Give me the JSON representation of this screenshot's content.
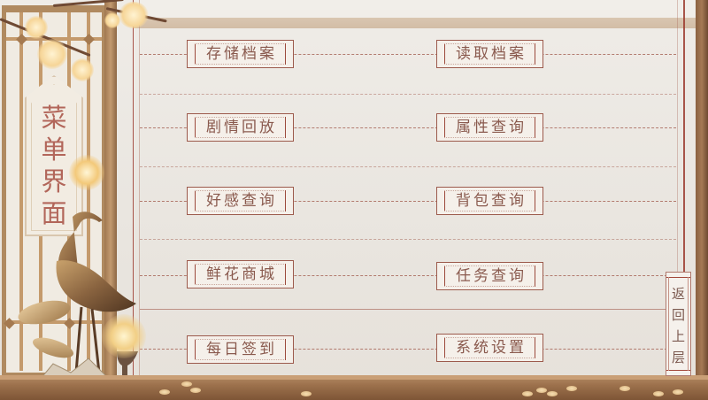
{
  "screen": {
    "title_plaque": {
      "text": "菜单界面",
      "chars": [
        "菜",
        "单",
        "界",
        "面"
      ]
    }
  },
  "menu": {
    "left_column": [
      {
        "label": "存储档案",
        "id": "save-archive"
      },
      {
        "label": "剧情回放",
        "id": "story-replay"
      },
      {
        "label": "好感查询",
        "id": "affection-query"
      },
      {
        "label": "鲜花商城",
        "id": "flower-shop"
      },
      {
        "label": "每日签到",
        "id": "daily-checkin"
      }
    ],
    "right_column": [
      {
        "label": "读取档案",
        "id": "load-archive"
      },
      {
        "label": "属性查询",
        "id": "attribute-query"
      },
      {
        "label": "背包查询",
        "id": "inventory-query"
      },
      {
        "label": "任务查询",
        "id": "quest-query"
      },
      {
        "label": "系统设置",
        "id": "system-settings"
      }
    ]
  },
  "return_button": {
    "text": "返回上层",
    "chars": [
      "返",
      "回",
      "上",
      "层"
    ]
  },
  "colors": {
    "paper": "#ece8e2",
    "accent_red": "#9b3a2e",
    "button_text": "#8a5a4e",
    "title_text": "#b2665a",
    "wood": "#9c714c",
    "top_band": "#d7c2ab"
  },
  "decor": {
    "left_art": "wooden-lattice-window-with-plum-blossoms-crane-and-lotus-lamp",
    "icons": [
      "plum-blossom-icon",
      "crane-icon",
      "lotus-lamp-icon",
      "coin-icon"
    ]
  }
}
